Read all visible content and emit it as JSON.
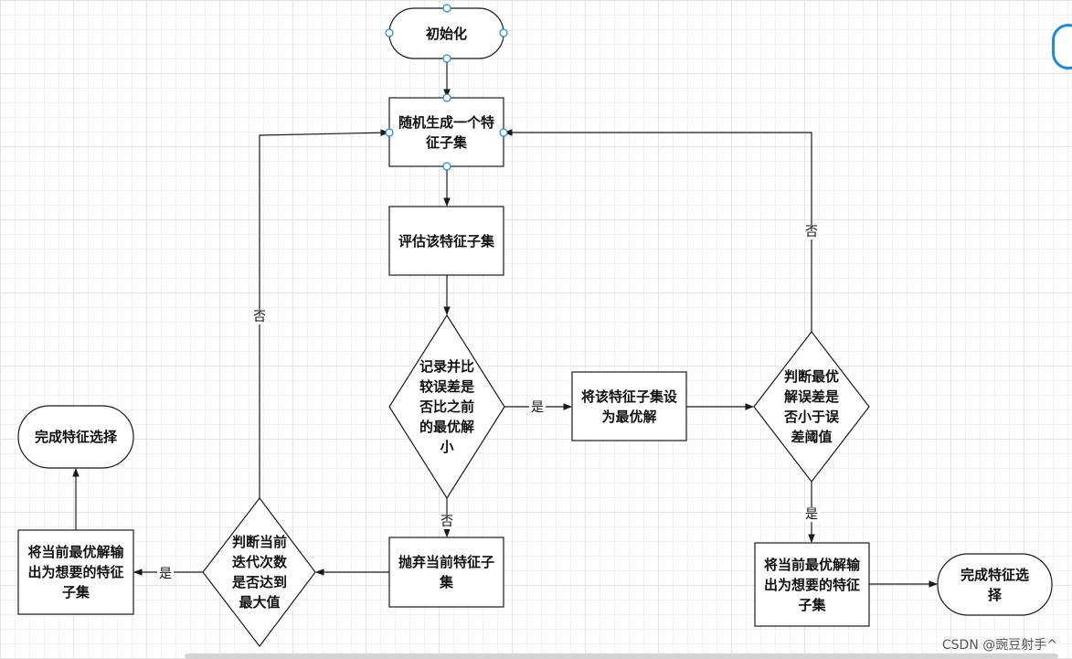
{
  "nodes": {
    "init": "初始化",
    "random_subset": "随机生成一个特征子集",
    "evaluate": "评估该特征子集",
    "record_compare": "记录并比较误差是否比之前的最优解小",
    "set_best": "将该特征子集设为最优解",
    "judge_threshold": "判断最优解误差是否小于误差阈值",
    "output_right": "将当前最优解输出为想要的特征子集",
    "done_right": "完成特征选择",
    "discard": "抛弃当前特征子集",
    "judge_iter": "判断当前迭代次数是否达到最大值",
    "output_left": "将当前最优解输出为想要的特征子集",
    "done_left": "完成特征选择"
  },
  "edges": {
    "yes_best": "是",
    "no_discard": "否",
    "no_threshold": "否",
    "yes_threshold": "是",
    "yes_iter": "是",
    "no_iter": "否"
  },
  "colors": {
    "stroke": "#1a1a1a",
    "handle": "#1e88e5",
    "grid": "#e3e3e3"
  },
  "watermark": "CSDN @豌豆射手^"
}
